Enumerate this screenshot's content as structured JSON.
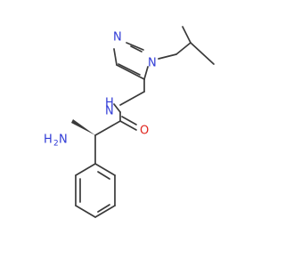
{
  "atom_labels": {
    "ring_n3": "N",
    "ring_n1": "N",
    "amide_nh": "N",
    "amide_h": "H",
    "amine_h": "H",
    "amine_n": "N",
    "amine_sub": "2",
    "carbonyl_o": "O"
  },
  "colors": {
    "nitrogen": "#2f3ad6",
    "oxygen": "#e0241c",
    "bond": "#3a3a3a"
  }
}
